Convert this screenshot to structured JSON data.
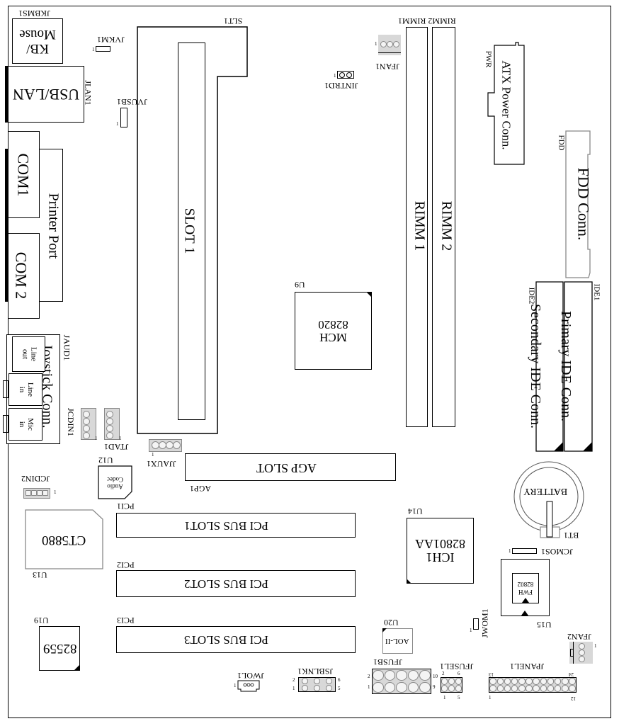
{
  "board": {
    "slot1": {
      "ref": "SLT1",
      "label": "SLOT 1"
    },
    "rimm": [
      {
        "ref": "RIMM1",
        "label": "RIMM 1"
      },
      {
        "ref": "RIMM2",
        "label": "RIMM 2"
      }
    ],
    "rimm_header": "RIMM2 RIMM1",
    "atx_power": {
      "ref": "PWR",
      "label": "ATX Power Conn."
    },
    "fdd": {
      "ref": "FDD",
      "label": "FDD Conn."
    },
    "ide1": {
      "ref": "IDE1",
      "label": "Primary IDE Conn."
    },
    "ide2": {
      "ref": "IDE2",
      "label": "Secondary IDE Conn."
    },
    "mch": {
      "ref": "U9",
      "line1": "MCH",
      "line2": "82820"
    },
    "ich": {
      "ref": "U14",
      "line1": "ICH1",
      "line2": "82801AA"
    },
    "fwh": {
      "ref": "U15",
      "line1": "FWH",
      "line2": "82802"
    },
    "battery": {
      "ref": "BT1",
      "label": "BATTERY"
    },
    "agp": {
      "ref": "AGP1",
      "label": "AGP SLOT"
    },
    "pci": [
      {
        "ref": "PCI1",
        "label": "PCI BUS SLOT1"
      },
      {
        "ref": "PCI2",
        "label": "PCI BUS SLOT2"
      },
      {
        "ref": "PCI3",
        "label": "PCI BUS SLOT3"
      }
    ],
    "ct5880": {
      "ref": "U13",
      "label": "CT5880"
    },
    "audio_codec": {
      "ref": "U12",
      "line1": "Audio",
      "line2": "Codec"
    },
    "u19": {
      "ref": "U19",
      "label": "82559"
    },
    "aol": {
      "ref": "U20",
      "label": "AOL-II"
    },
    "kb_mouse": {
      "ref": "JKBMS1",
      "line1": "KB/",
      "line2": "Mouse"
    },
    "usb_lan": {
      "ref": "JLAN1",
      "label": "USB/LAN"
    },
    "com1": {
      "label": "COM1"
    },
    "com2": {
      "label": "COM 2"
    },
    "printer": {
      "label": "Printer Port"
    },
    "audio": {
      "ref": "JAUD1",
      "joystick": "Joystick Conn.",
      "line_out": [
        "Line",
        "out"
      ],
      "line_in": [
        "Line",
        "in"
      ],
      "mic_in": [
        "Mic",
        "in"
      ]
    },
    "jumpers": {
      "jvkm1": "JVKM1",
      "jvusb1": "JVUSB1",
      "jintrd1": "JINTRD1",
      "jfan1": "JFAN1",
      "jfan2": "JFAN2",
      "jcdin1": "JCDIN1",
      "jtad1": "JTAD1",
      "jjaux1": "JJAUX1",
      "jcdin2": "JCDIN2",
      "jcmos1": "JCMOS1",
      "jwom1": "JWOM1",
      "jwol1": "JWOL1",
      "jsblnk1": "JSBLNK1",
      "jfusb1": "JFUSB1",
      "jfusel1": "JFUSEL1",
      "jpanel1": "JPANEL1"
    },
    "pin_labels": {
      "one": "1",
      "two": "2",
      "five": "5",
      "six": "6",
      "nine": "9",
      "ten": "10",
      "twelve": "12",
      "thirteen": "13",
      "twentyfour": "24"
    }
  }
}
